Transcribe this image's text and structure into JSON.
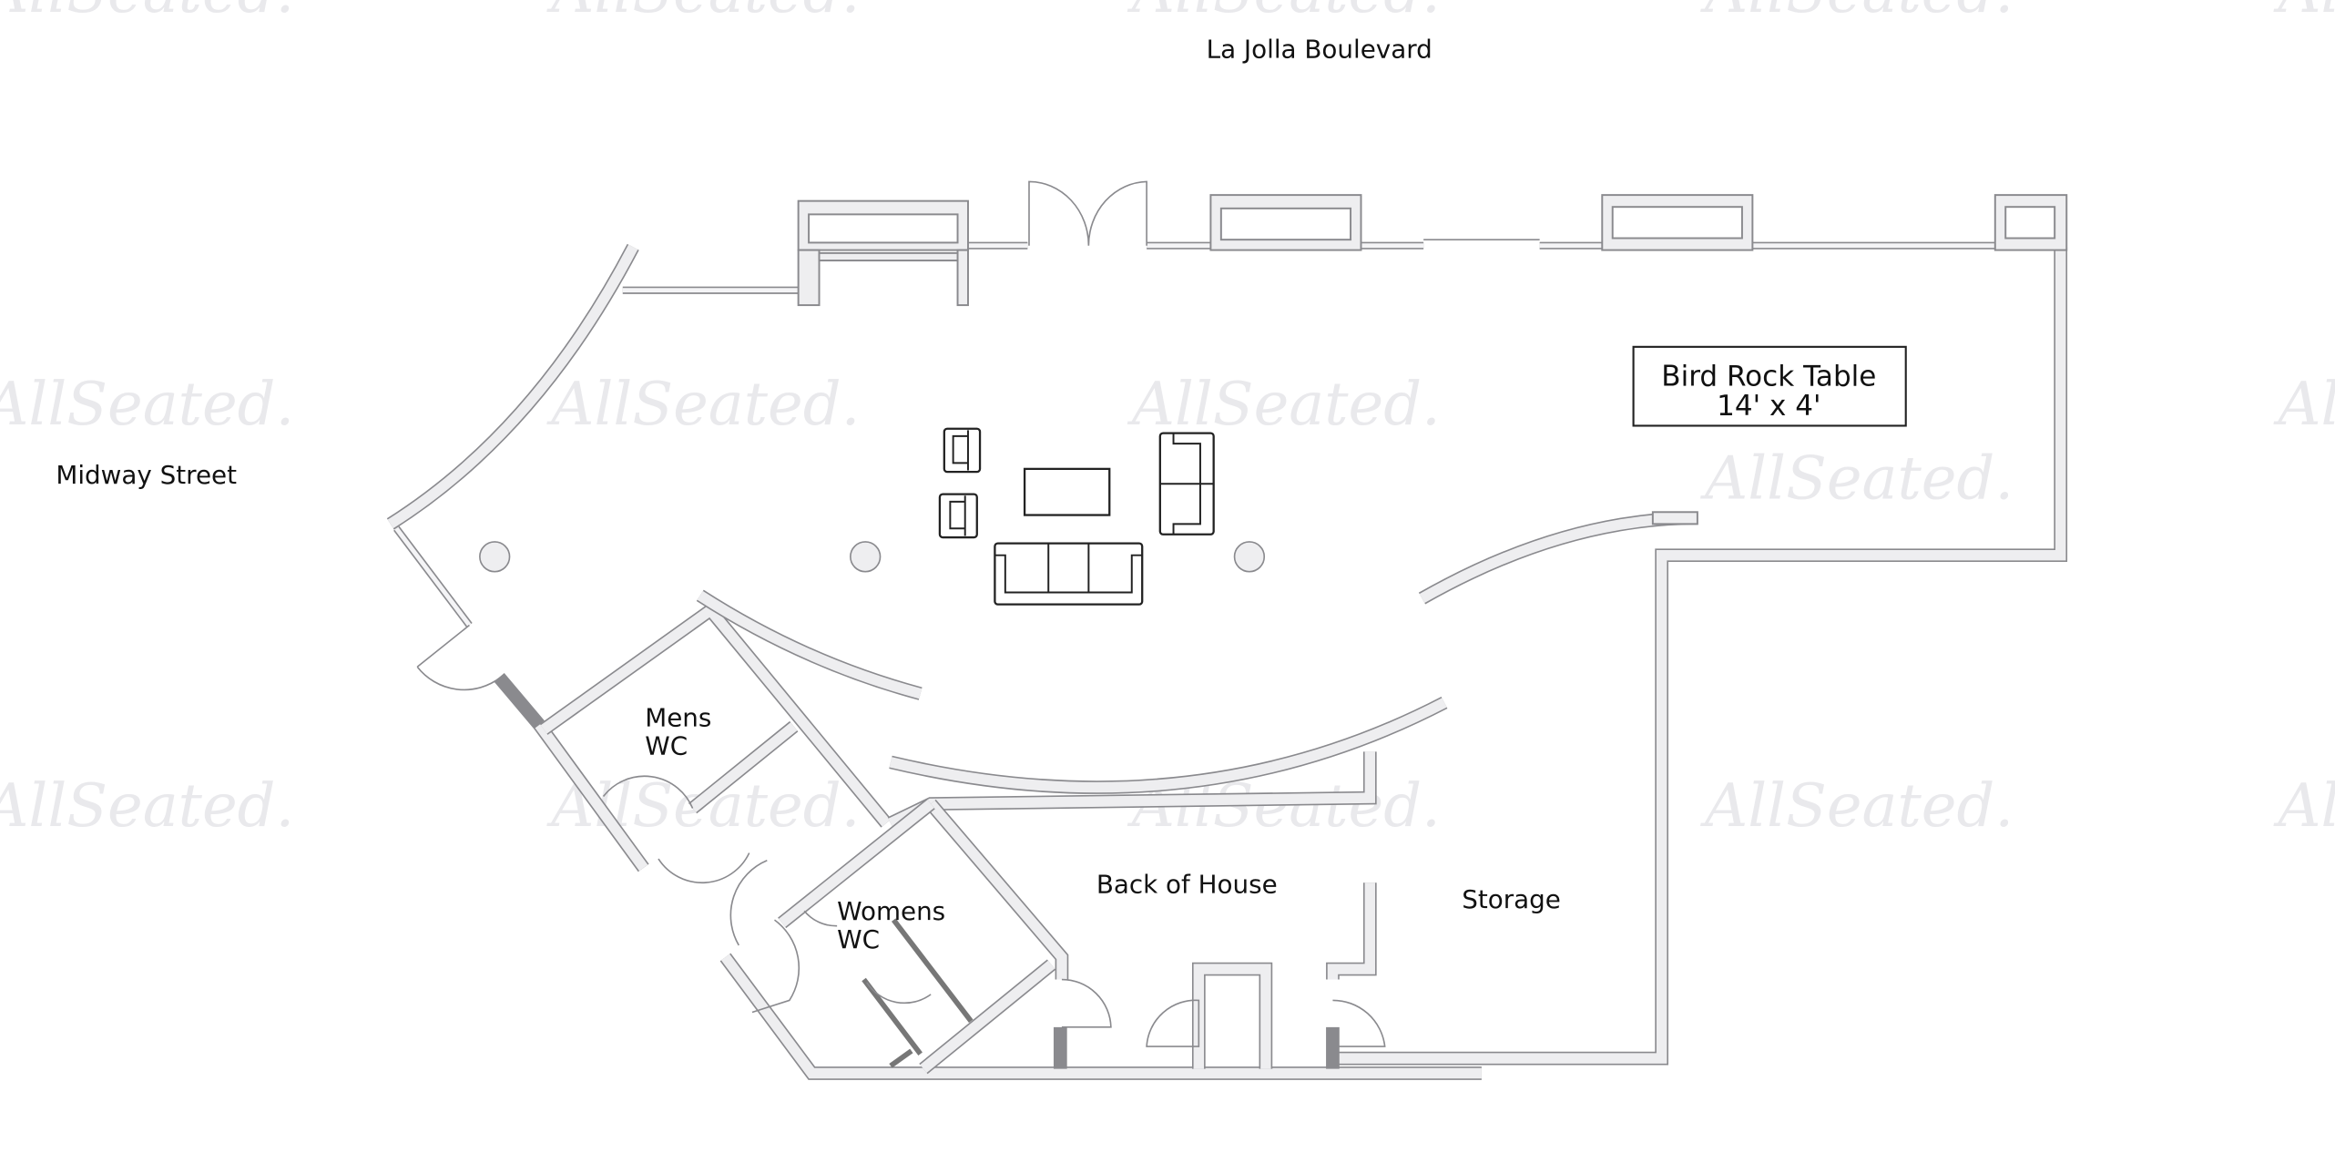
{
  "streets": {
    "top": "La Jolla Boulevard",
    "left": "Midway Street"
  },
  "table": {
    "name": "Bird Rock Table",
    "size": "14' x 4'"
  },
  "rooms": {
    "mens_line1": "Mens",
    "mens_line2": "WC",
    "womens_line1": "Womens",
    "womens_line2": "WC",
    "back_of_house": "Back of House",
    "storage": "Storage"
  },
  "watermark": "AllSeated.",
  "colors": {
    "wall_fill": "#eeeef0",
    "wall_stroke": "#8a8a8e",
    "furniture": "#222222",
    "watermark": "#e9e9ec"
  }
}
